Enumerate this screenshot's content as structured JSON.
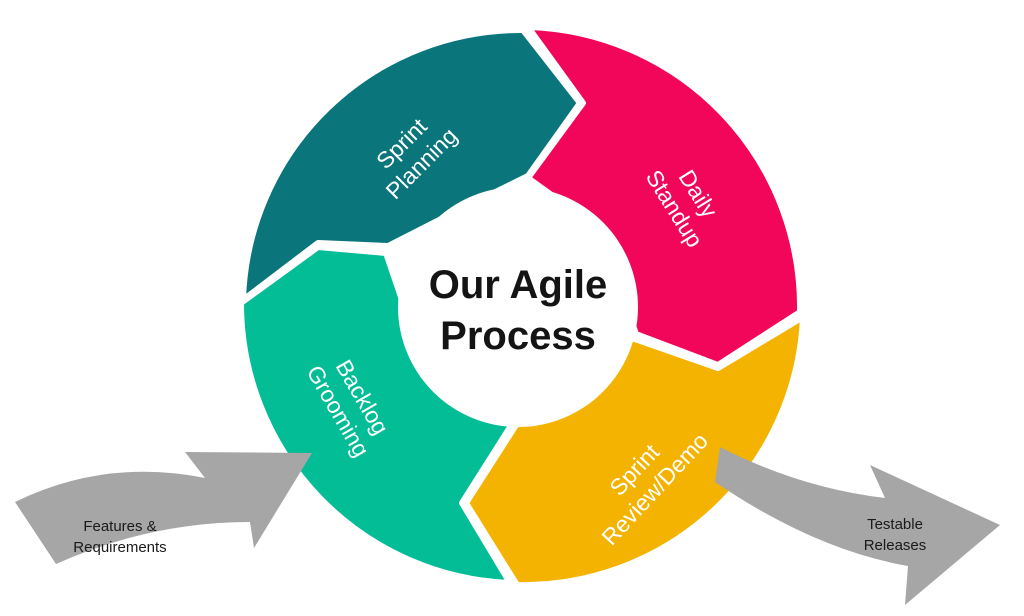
{
  "title": {
    "line1": "Our Agile",
    "line2": "Process"
  },
  "segments": {
    "planning": {
      "line1": "Sprint",
      "line2": "Planning",
      "color": "#0a757a"
    },
    "standup": {
      "line1": "Daily",
      "line2": "Standup",
      "color": "#f2065a"
    },
    "review": {
      "line1": "Sprint",
      "line2": "Review/Demo",
      "color": "#f5b301"
    },
    "backlog": {
      "line1": "Backlog",
      "line2": "Grooming",
      "color": "#02bd96"
    }
  },
  "input_arrow": {
    "line1": "Features &",
    "line2": "Requirements",
    "color": "#a6a6a6"
  },
  "output_arrow": {
    "line1": "Testable",
    "line2": "Releases",
    "color": "#a6a6a6"
  }
}
